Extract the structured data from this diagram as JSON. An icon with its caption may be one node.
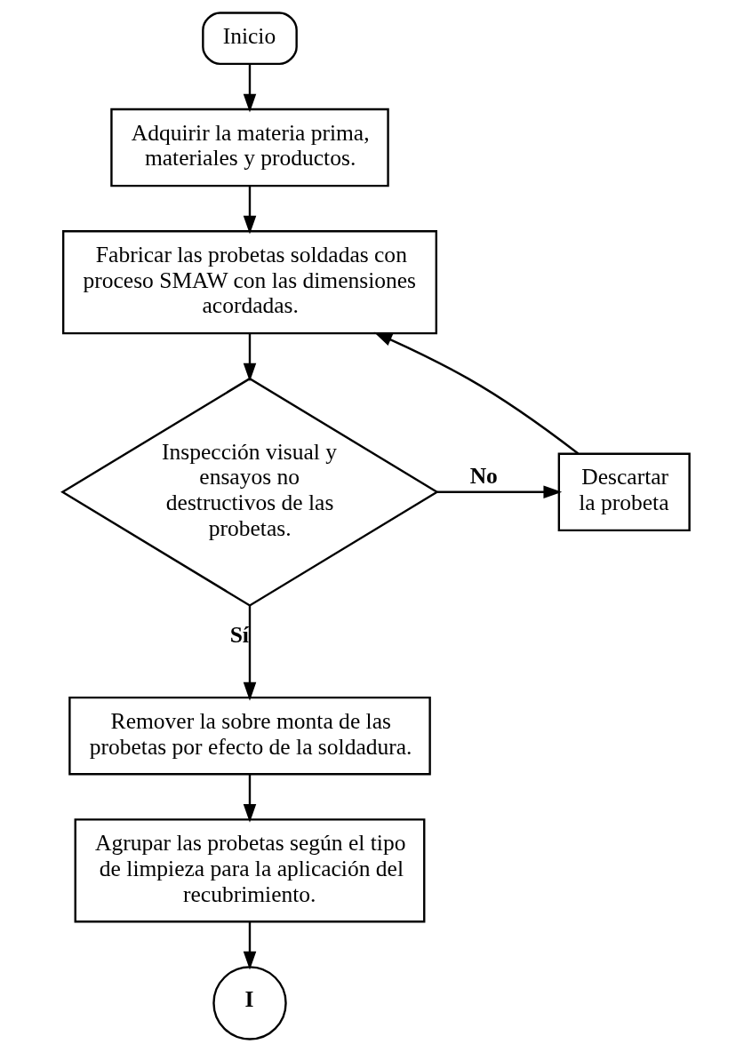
{
  "diagram": {
    "nodes": [
      {
        "text": [
          "Inicio"
        ]
      },
      {
        "text": [
          "Adquirir la materia prima, materiales y productos."
        ]
      },
      {
        "text": [
          "Fabricar las probetas soldadas con proceso SMAW con las dimensiones acordadas."
        ]
      },
      {
        "text": [
          "Inspección visual y ensayos no destructivos de las probetas."
        ]
      },
      {
        "text": [
          "Descartar la probeta"
        ]
      },
      {
        "text": [
          "Remover la sobre monta de las probetas por efecto de la soldadura."
        ]
      },
      {
        "text": [
          "Agrupar las probetas según el tipo de limpieza para la aplicación del recubrimiento."
        ]
      },
      {
        "text": [
          "I"
        ]
      }
    ],
    "edges": [
      {
        "from": 0,
        "to": 1,
        "arrow": "to"
      },
      {
        "from": 1,
        "to": 2,
        "arrow": "to"
      },
      {
        "from": 2,
        "to": 3,
        "arrow": "to"
      },
      {
        "from": 3,
        "to": 4,
        "arrow": "to",
        "label": "No"
      },
      {
        "from": 4,
        "to": 2,
        "arrow": "to"
      },
      {
        "from": 3,
        "to": 5,
        "arrow": "to",
        "label": "Sí"
      },
      {
        "from": 5,
        "to": 6,
        "arrow": "to"
      },
      {
        "from": 6,
        "to": 7,
        "arrow": "to"
      }
    ]
  }
}
